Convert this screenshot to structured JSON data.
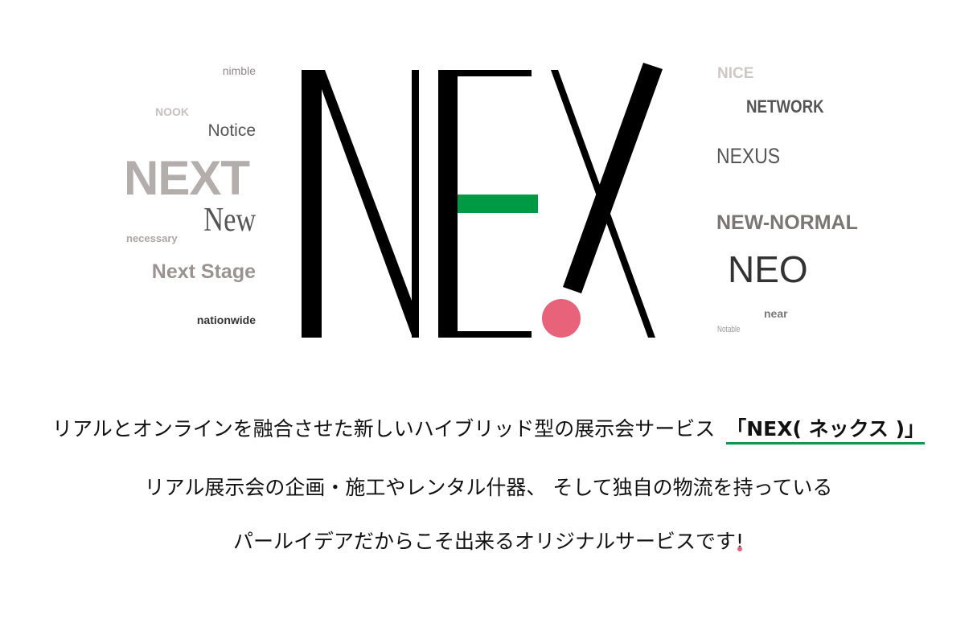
{
  "logo": {
    "text": "NEX",
    "colors": {
      "letters": "#000000",
      "accent_bar": "#009a44",
      "dot": "#e8627a"
    }
  },
  "words_left": [
    "nimble",
    "NOOK",
    "Notice",
    "NEXT",
    "New",
    "necessary",
    "Next Stage",
    "nationwide"
  ],
  "words_right": [
    "NICE",
    "NETWORK",
    "NEXUS",
    "NEW-NORMAL",
    "NEO",
    "near",
    "Notable"
  ],
  "tagline": {
    "line1": "リアルとオンラインを融合させた新しいハイブリッド型の展示会サービス",
    "line1_highlight": "「NEX( ネックス )」",
    "line2": "リアル展示会の企画・施工やレンタル什器、 そして独自の物流を持っている",
    "line3": "パールイデアだからこそ出来るオリジナルサービスです",
    "line3_end": "!"
  }
}
